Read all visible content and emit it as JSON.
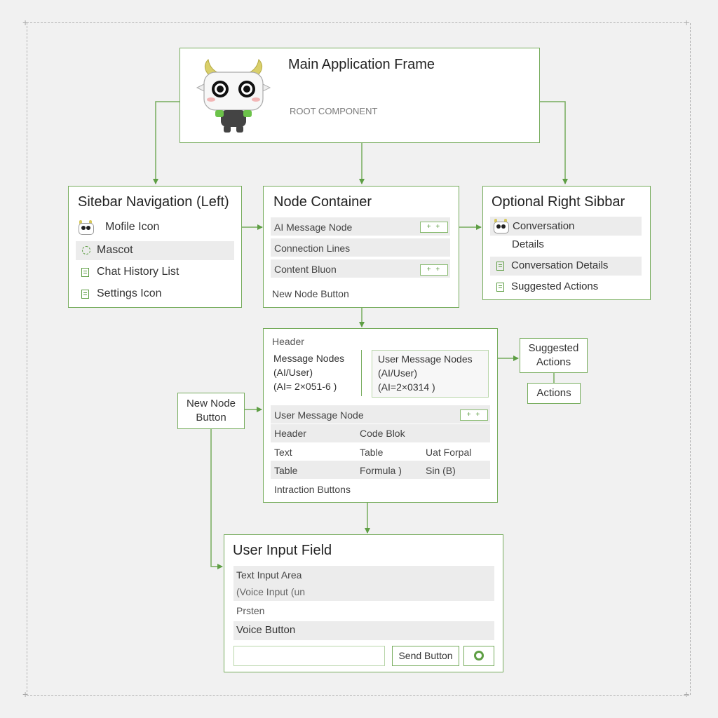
{
  "main": {
    "title": "Main Application Frame",
    "subtitle": "ROOT COMPONENT"
  },
  "sidebar_left": {
    "title": "Sitebar Navigation (Left)",
    "items": [
      "Mofile Icon",
      "Mascot",
      "Chat History List",
      "Settings Icon"
    ]
  },
  "node_container": {
    "title": "Node Container",
    "items": [
      "AI Message Node",
      "Connection Lines",
      "Content Bluon",
      "New Node Button"
    ],
    "tag": "+ +"
  },
  "sidebar_right": {
    "title": "Optional Right Sibbar",
    "item1_line1": "Conversation",
    "item1_line2": "Details",
    "item2": "Conversation Details",
    "item3": "Suggested Actions"
  },
  "messages": {
    "header": "Header",
    "ai_col": {
      "line1": "Message Nodes",
      "line2": "(AI/User)",
      "line3": "(AI= 2×051-6 )"
    },
    "user_col": {
      "line1": "User Message Nodes",
      "line2": "(AI/User)",
      "line3": "(AI=2×0314 )"
    },
    "user_node": "User Message Node",
    "grid": [
      [
        "Header",
        "Code Blok",
        ""
      ],
      [
        "Text",
        "Table",
        "Uat Forpal"
      ],
      [
        "Table",
        "Formula )",
        "Sin (B)"
      ]
    ],
    "footer": "Intraction Buttons"
  },
  "suggested": {
    "line1": "Suggested",
    "line2": "Actions",
    "actions": "Actions"
  },
  "new_node_btn": {
    "line1": "New Node",
    "line2": "Button"
  },
  "input": {
    "title": "User Input Field",
    "area_line1": "Text Input Area",
    "area_line2": "(Voice Input (un",
    "pristen": "Prsten",
    "voice": "Voice Button",
    "send": "Send Button"
  },
  "colors": {
    "accent": "#76ac5c",
    "accent_dark": "#5e9e44",
    "background": "#f1f1f1"
  }
}
